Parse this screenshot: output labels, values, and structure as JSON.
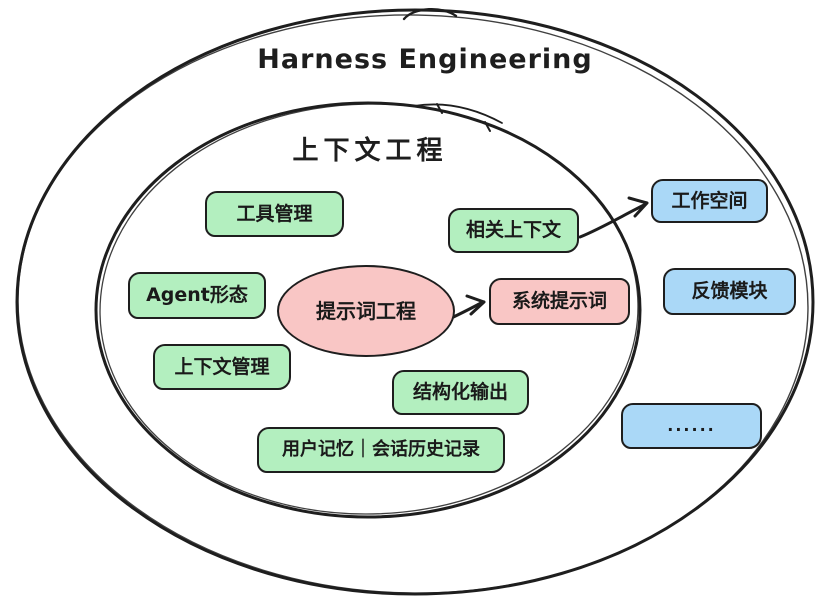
{
  "diagram": {
    "title": "Harness Engineering",
    "inner_title": "上下文工程",
    "colors": {
      "background": "#ffffff",
      "stroke": "#1e1e1e",
      "green": "#b3efbf",
      "pink": "#f9c6c5",
      "blue": "#aad8f7"
    },
    "nodes": {
      "tool_management": {
        "label": "工具管理",
        "color": "green"
      },
      "agent_form": {
        "label": "Agent形态",
        "color": "green"
      },
      "context_management": {
        "label": "上下文管理",
        "color": "green"
      },
      "prompt_engineering": {
        "label": "提示词工程",
        "color": "pink",
        "shape": "ellipse"
      },
      "related_context": {
        "label": "相关上下文",
        "color": "green"
      },
      "system_prompt": {
        "label": "系统提示词",
        "color": "pink"
      },
      "structured_output": {
        "label": "结构化输出",
        "color": "green"
      },
      "user_memory": {
        "label": "用户记忆｜会话历史记录",
        "color": "green"
      },
      "workspace": {
        "label": "工作空间",
        "color": "blue"
      },
      "feedback_module": {
        "label": "反馈模块",
        "color": "blue"
      },
      "ellipsis": {
        "label": "......",
        "color": "blue"
      }
    },
    "arrows": [
      {
        "from": "提示词工程",
        "to": "系统提示词"
      },
      {
        "from": "相关上下文",
        "to": "工作空间"
      }
    ]
  }
}
